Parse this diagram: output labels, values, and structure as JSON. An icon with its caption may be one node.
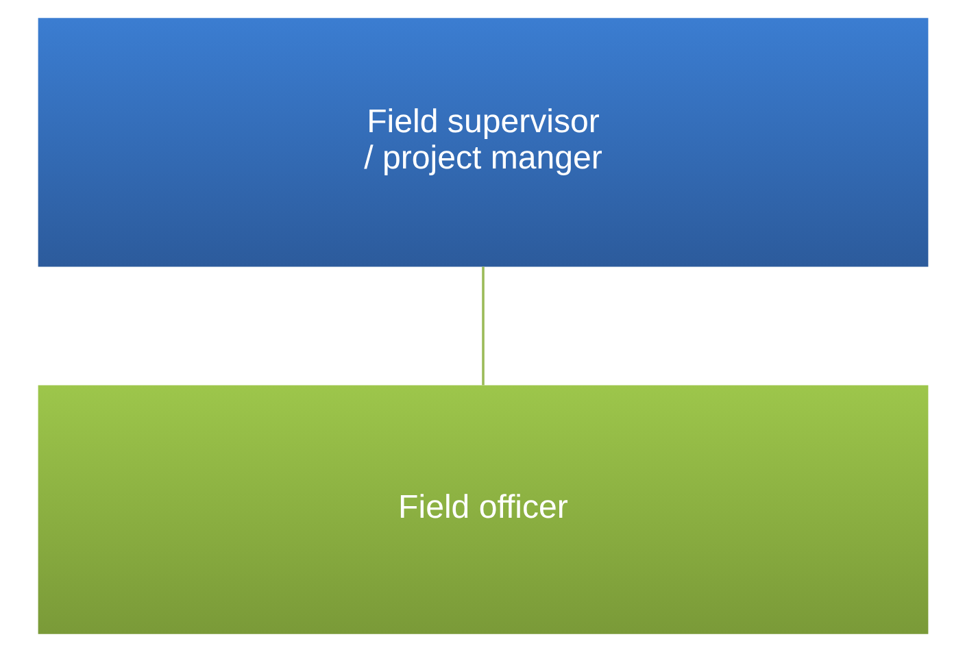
{
  "diagram": {
    "nodes": [
      {
        "text": [
          "Field supervisor / project manger"
        ]
      },
      {
        "text": [
          "Field officer"
        ]
      }
    ],
    "edges": [
      {
        "from": 0,
        "to": 1,
        "arrow": "none"
      }
    ]
  }
}
